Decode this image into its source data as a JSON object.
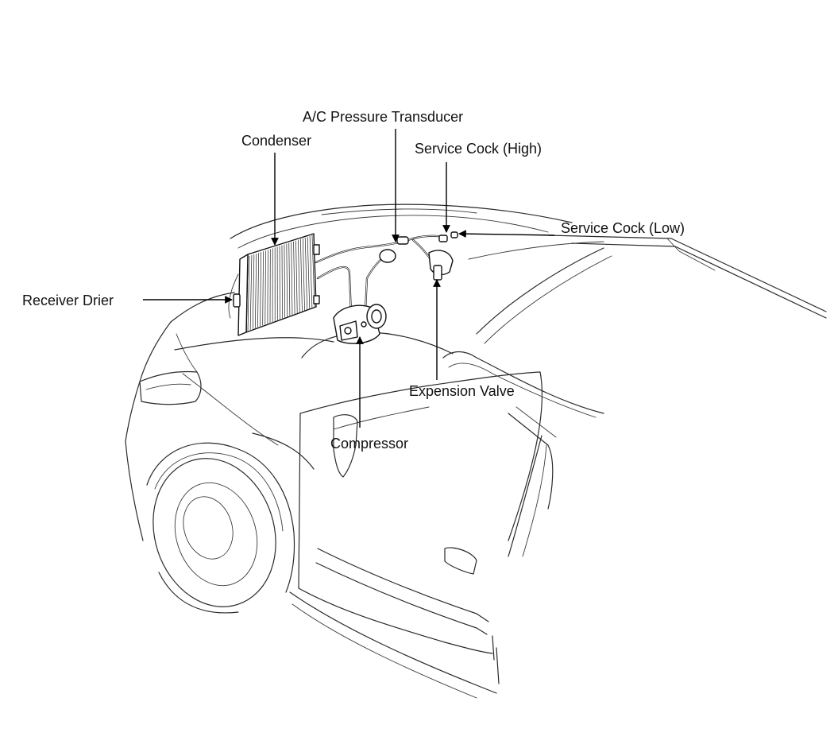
{
  "labels": {
    "pressure_transducer": "A/C Pressure Transducer",
    "condenser": "Condenser",
    "service_cock_high": "Service Cock (High)",
    "service_cock_low": "Service Cock (Low)",
    "receiver_drier": "Receiver Drier",
    "expansion_valve": "Expension Valve",
    "compressor": "Compressor"
  }
}
